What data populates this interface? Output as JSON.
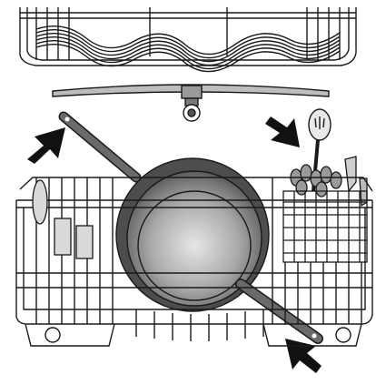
{
  "illustration": {
    "subject": "dishwasher-loading-diagram",
    "arrows": [
      {
        "name": "arrow-left-up",
        "direction": "up-right"
      },
      {
        "name": "arrow-right-top",
        "direction": "down-right"
      },
      {
        "name": "arrow-bottom-right",
        "direction": "up-left"
      }
    ],
    "colors": {
      "line": "#1a1a1a",
      "pan_dark": "#4d4d4d",
      "pan_mid": "#8a8a8a",
      "pan_light": "#c9c9c9",
      "handle": "#6a6a6a",
      "arrow": "#111111",
      "background": "#ffffff"
    }
  }
}
